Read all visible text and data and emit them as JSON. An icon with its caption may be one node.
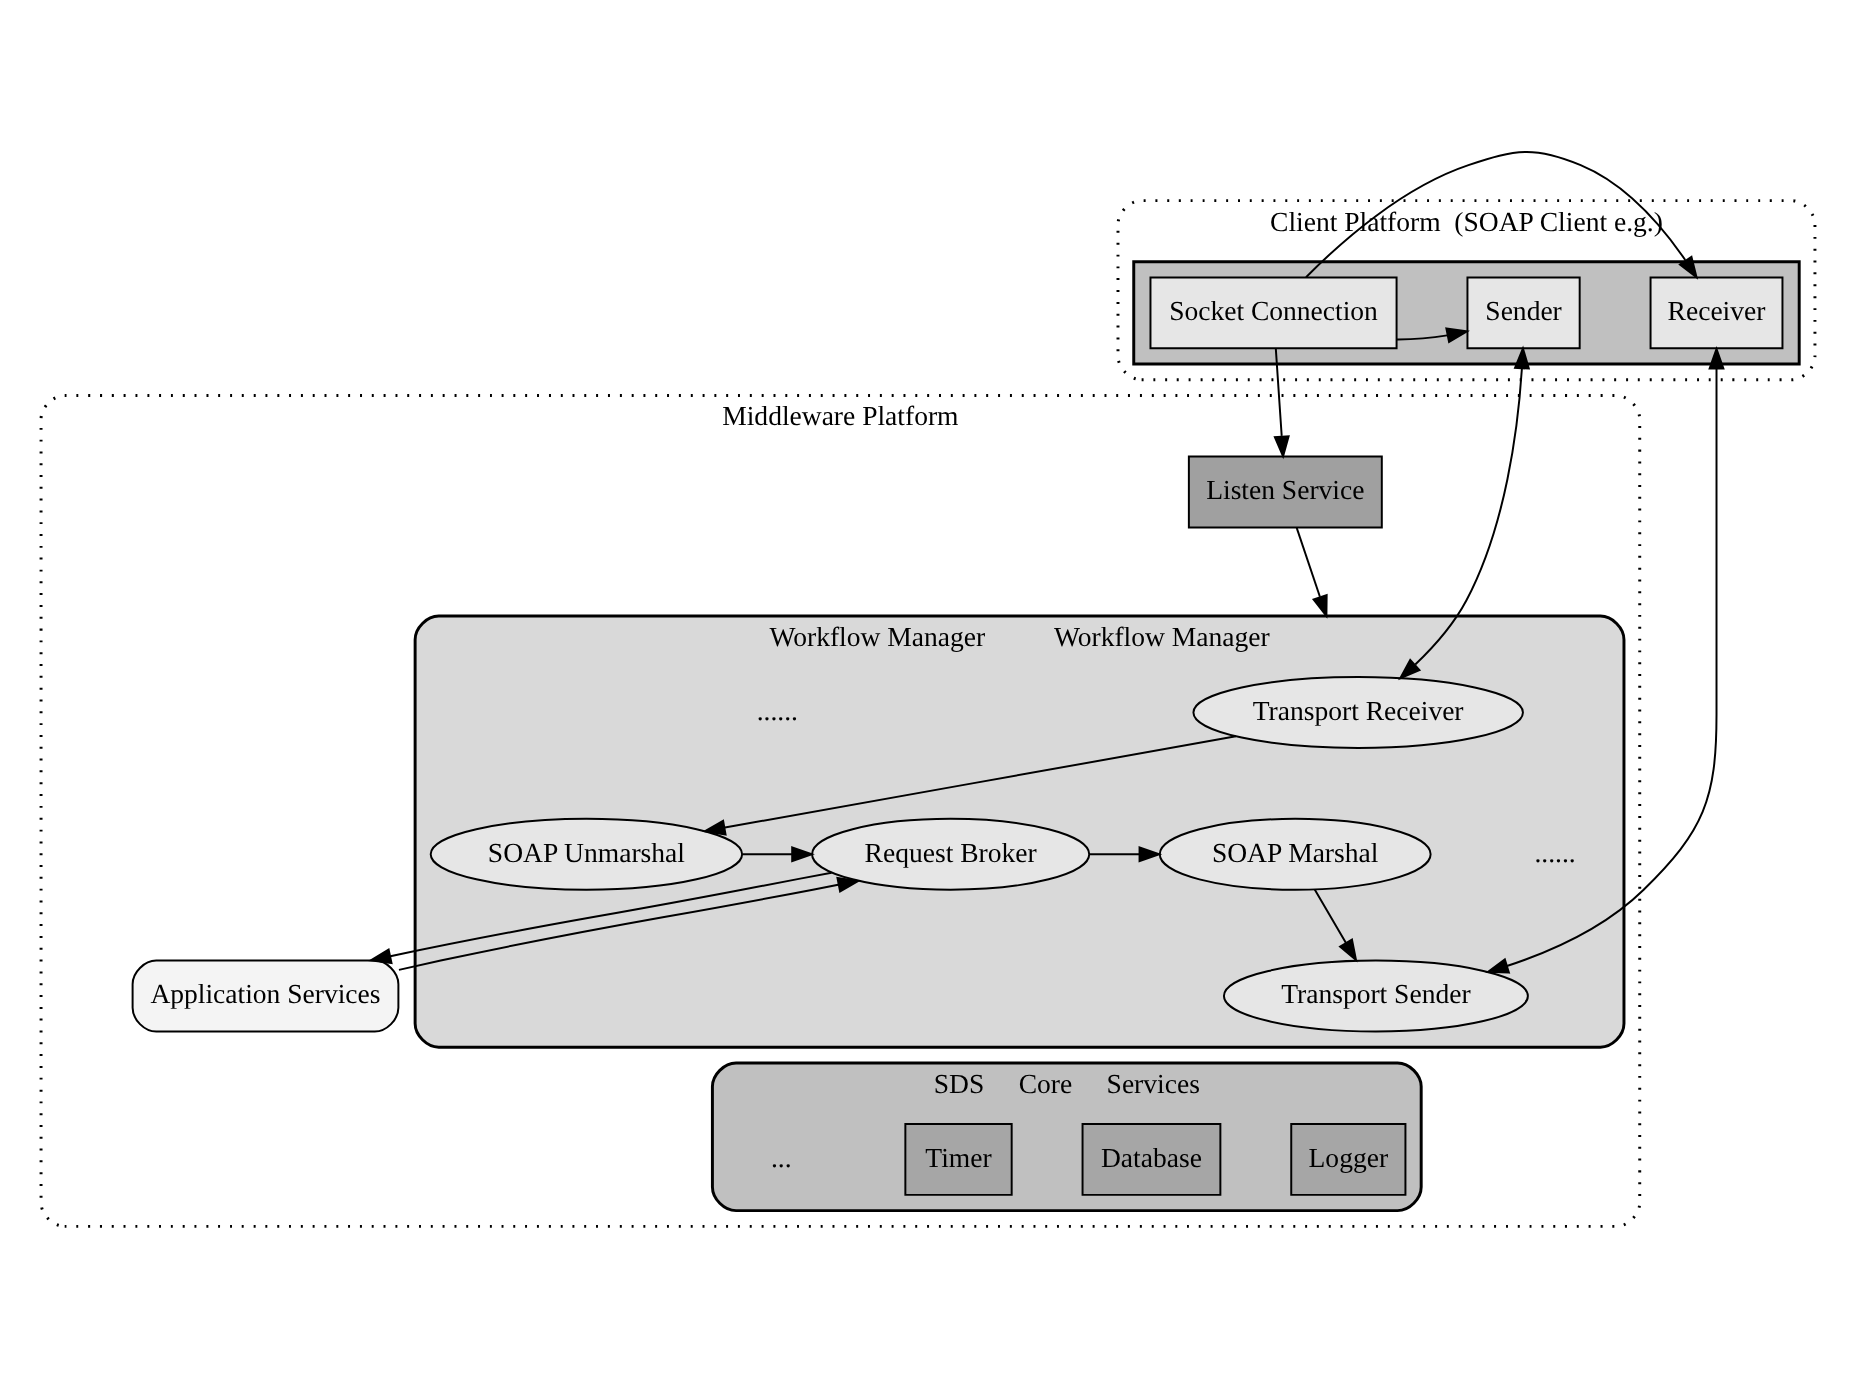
{
  "diagram": {
    "nodes": [
      {
        "text": [
          "Client Platform  (SOAP Client e.g.)"
        ]
      },
      {
        "text": [],
        "shape": "box",
        "in": 0
      },
      {
        "text": [
          "Sender"
        ],
        "in": 1
      },
      {
        "text": [
          "Socket Connection"
        ],
        "in": 1
      },
      {
        "text": [
          "Receiver"
        ],
        "in": 1
      },
      {
        "text": [
          "Middleware Platform"
        ]
      },
      {
        "text": [
          "Workflow Manager",
          "Workflow Manager"
        ],
        "in": 5
      },
      {
        "text": [
          "Listen Service"
        ],
        "in": 5
      },
      {
        "text": [
          "Transport Receiver"
        ],
        "in": 6
      },
      {
        "text": [
          "SOAP Unmarshal"
        ],
        "in": 6
      },
      {
        "text": [
          "Application Services"
        ],
        "in": 5
      },
      {
        "text": [
          "Request Broker"
        ],
        "in": 6
      },
      {
        "text": [
          "SOAP Marshal"
        ],
        "in": 6
      },
      {
        "text": [
          "Transport Sender"
        ],
        "in": 6
      },
      {
        "text": [
          "SDS     Core     Services"
        ],
        "in": 5
      },
      {
        "text": [
          "Logger"
        ],
        "in": 14
      },
      {
        "text": [
          "Timer"
        ],
        "in": 14
      },
      {
        "text": [
          "Database"
        ],
        "in": 14
      }
    ],
    "edges": [
      {
        "from": 3,
        "to": 2,
        "arrow": "to"
      },
      {
        "from": 3,
        "to": 4,
        "arrow": "to"
      },
      {
        "from": 3,
        "to": 7,
        "arrow": "to"
      },
      {
        "from": 7,
        "to": 6,
        "arrow": "to"
      },
      {
        "from": 2,
        "to": 8,
        "arrow": "both"
      },
      {
        "from": 4,
        "to": 13,
        "arrow": "both"
      },
      {
        "from": 8,
        "to": 9,
        "arrow": "to"
      },
      {
        "from": 9,
        "to": 11,
        "arrow": "to"
      },
      {
        "from": 11,
        "to": 12,
        "arrow": "to"
      },
      {
        "from": 12,
        "to": 13,
        "arrow": "to"
      },
      {
        "from": 11,
        "to": 10,
        "arrow": "to"
      },
      {
        "from": 10,
        "to": 11,
        "arrow": "to"
      }
    ],
    "labels": [
      "......",
      "......",
      "..."
    ]
  }
}
